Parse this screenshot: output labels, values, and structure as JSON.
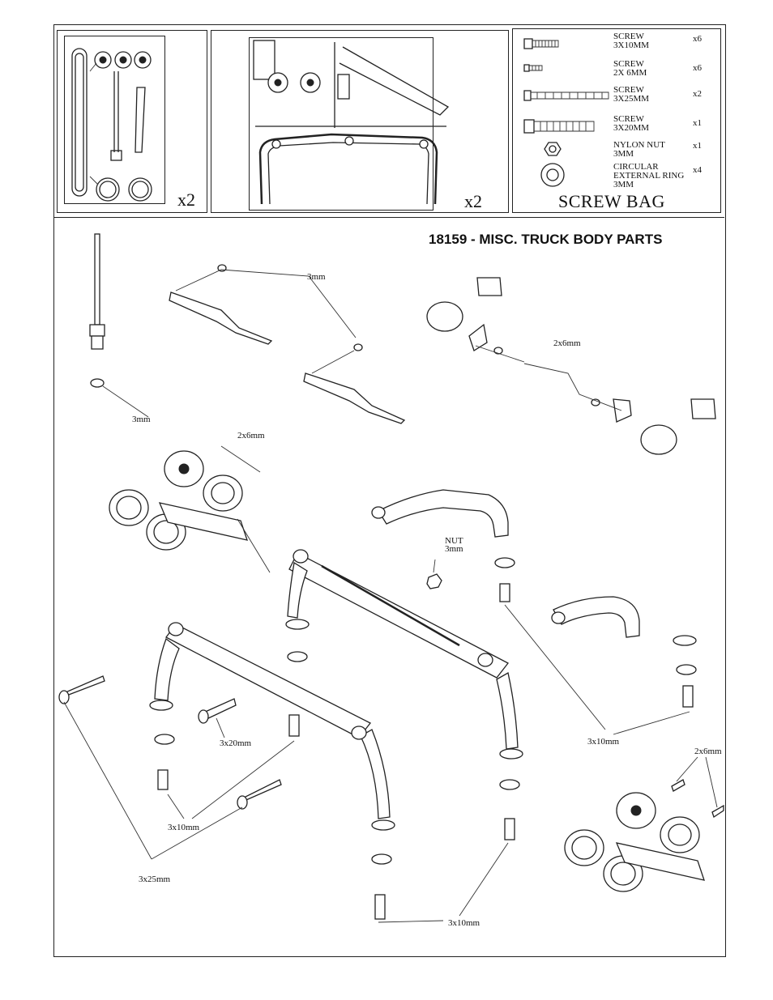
{
  "sprue_left": {
    "multiplier": "x2"
  },
  "sprue_right": {
    "multiplier": "x2"
  },
  "screw_bag": {
    "title": "SCREW BAG",
    "items": [
      {
        "name": "SCREW",
        "size": "3x10mm",
        "qty": "x6",
        "icon": "screw-long-icon"
      },
      {
        "name": "SCREW",
        "size": "2x 6mm",
        "qty": "x6",
        "icon": "screw-short-icon"
      },
      {
        "name": "SCREW",
        "size": "3x25mm",
        "qty": "x2",
        "icon": "screw-extra-long-icon"
      },
      {
        "name": "SCREW",
        "size": "3x20mm",
        "qty": "x1",
        "icon": "cap-screw-icon"
      },
      {
        "name": "NYLON NUT",
        "size": "3mm",
        "qty": "x1",
        "icon": "nut-icon"
      },
      {
        "name": "CIRCULAR EXTERNAL RING",
        "size": "3mm",
        "qty": "x4",
        "icon": "ring-icon"
      }
    ]
  },
  "diagram": {
    "title": "18159 - MISC. TRUCK BODY PARTS",
    "labels": {
      "ring_top_wiper": "3mm",
      "ring_antenna": "3mm",
      "mirror_screw": "2x6mm",
      "lights_top_screw": "2x6mm",
      "nut_name": "NUT",
      "nut_size": "3mm",
      "cap_screw": "3x20mm",
      "screw_left_front": "3x10mm",
      "screw_long": "3x25mm",
      "screw_right": "3x10mm",
      "screw_bottom": "3x10mm",
      "lights_bottom_screw": "2x6mm"
    }
  }
}
